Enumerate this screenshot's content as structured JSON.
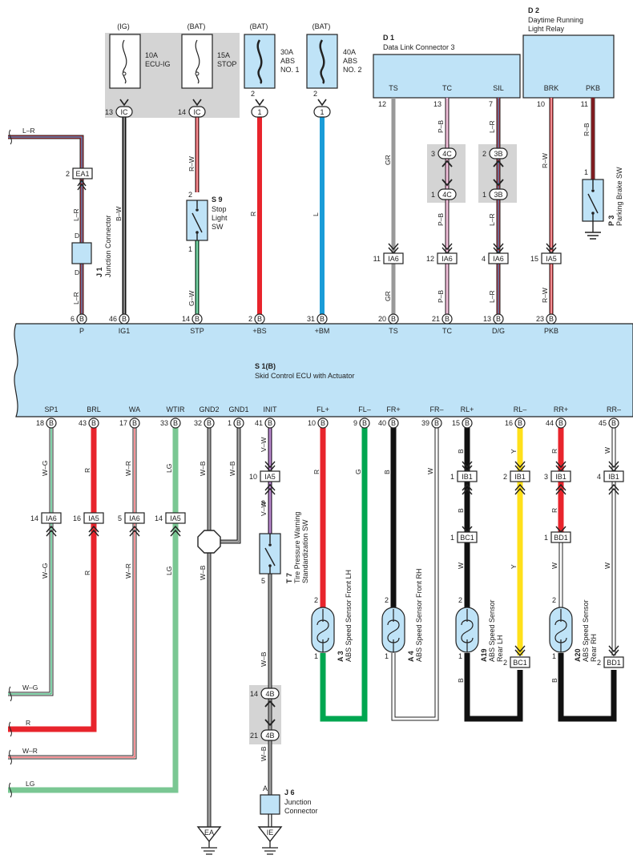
{
  "fuses": [
    {
      "supply": "(IG)",
      "rating": "10A",
      "name": "ECU-IG",
      "conn": "IC",
      "pin": "13"
    },
    {
      "supply": "(BAT)",
      "rating": "15A",
      "name": "STOP",
      "conn": "IC",
      "pin": "14"
    },
    {
      "supply": "(BAT)",
      "rating": "30A",
      "name": "ABS",
      "name2": "NO. 1",
      "conn": "1",
      "pin": "2"
    },
    {
      "supply": "(BAT)",
      "rating": "40A",
      "name": "ABS",
      "name2": "NO. 2",
      "conn": "1",
      "pin": "2"
    }
  ],
  "d1": {
    "code": "D 1",
    "name": "Data Link Connector 3",
    "pins": [
      "TS",
      "TC",
      "SIL"
    ],
    "nums": [
      "12",
      "13",
      "7"
    ]
  },
  "d2": {
    "code": "D 2",
    "name1": "Daytime Running",
    "name2": "Light Relay",
    "pins": [
      "BRK",
      "PKB"
    ],
    "nums": [
      "10",
      "11"
    ]
  },
  "ecu": {
    "code": "S 1(B)",
    "name": "Skid Control ECU with Actuator"
  },
  "top_pins": [
    {
      "num": "6",
      "label": "P"
    },
    {
      "num": "46",
      "label": "IG1"
    },
    {
      "num": "14",
      "label": "STP"
    },
    {
      "num": "2",
      "label": "+BS"
    },
    {
      "num": "31",
      "label": "+BM"
    },
    {
      "num": "20",
      "label": "TS"
    },
    {
      "num": "21",
      "label": "TC"
    },
    {
      "num": "13",
      "label": "D/G"
    },
    {
      "num": "23",
      "label": "PKB"
    }
  ],
  "bottom_pins": [
    {
      "num": "18",
      "label": "SP1"
    },
    {
      "num": "43",
      "label": "BRL"
    },
    {
      "num": "17",
      "label": "WA"
    },
    {
      "num": "33",
      "label": "WTIR"
    },
    {
      "num": "32",
      "label": "GND2"
    },
    {
      "num": "1",
      "label": "GND1"
    },
    {
      "num": "41",
      "label": "INIT"
    },
    {
      "num": "10",
      "label": "FL+"
    },
    {
      "num": "9",
      "label": "FL–"
    },
    {
      "num": "40",
      "label": "FR+"
    },
    {
      "num": "39",
      "label": "FR–"
    },
    {
      "num": "15",
      "label": "RL+"
    },
    {
      "num": "16",
      "label": "RL–"
    },
    {
      "num": "44",
      "label": "RR+"
    },
    {
      "num": "45",
      "label": "RR–"
    }
  ],
  "pin_conn": "B",
  "wires": {
    "L_R": "L–R",
    "B_W": "B–W",
    "R_W": "R–W",
    "R": "R",
    "L": "L",
    "GR": "GR",
    "P_B": "P–B",
    "R_B": "R–B",
    "G_W": "G–W",
    "W_G": "W–G",
    "W_R": "W–R",
    "LG": "LG",
    "W_B": "W–B",
    "V_W": "V–W",
    "G": "G",
    "B": "B",
    "W": "W",
    "Y": "Y",
    "D": "D"
  },
  "connectors": {
    "EA1": {
      "code": "EA1",
      "pin": "2"
    },
    "IA6": "IA6",
    "IA5": "IA5",
    "IB1": "IB1",
    "BC1": "BC1",
    "BD1": "BD1",
    "c4C": "4C",
    "c3B": "3B",
    "c4B": "4B",
    "EA": "EA",
    "IE": "IE",
    "A": "A"
  },
  "components": {
    "j1": {
      "code": "J 1",
      "name": "Junction Connector"
    },
    "s9": {
      "code": "S 9",
      "l1": "Stop",
      "l2": "Light",
      "l3": "SW"
    },
    "p3": {
      "code": "P 3",
      "name": "Parking Brake SW"
    },
    "t7": {
      "code": "T 7",
      "l1": "Tire Pressure Warning",
      "l2": "Standardization SW"
    },
    "a3": {
      "code": "A 3",
      "name": "ABS Speed Sensor Front LH"
    },
    "a4": {
      "code": "A 4",
      "name": "ABS Speed Sensor Front RH"
    },
    "a19": {
      "code": "A19",
      "l1": "ABS Speed Sensor",
      "l2": "Rear LH"
    },
    "a20": {
      "code": "A20",
      "l1": "ABS Speed Sensor",
      "l2": "Rear RH"
    },
    "j6": {
      "code": "J 6",
      "l1": "Junction",
      "l2": "Connector"
    }
  },
  "left_labels": [
    "L–R",
    "W–G",
    "R",
    "W–R",
    "LG"
  ],
  "colors": {
    "red": "#e8242c",
    "blue": "#1a9cd8",
    "green": "#00a650",
    "black": "#111111",
    "gray": "#999999",
    "pink": "#e79ac3",
    "yellow": "#ffe01a",
    "lightgreen": "#7ac793",
    "purple": "#8e44ad",
    "ecu": "#bfe3f7",
    "shade": "#d4d4d4"
  }
}
